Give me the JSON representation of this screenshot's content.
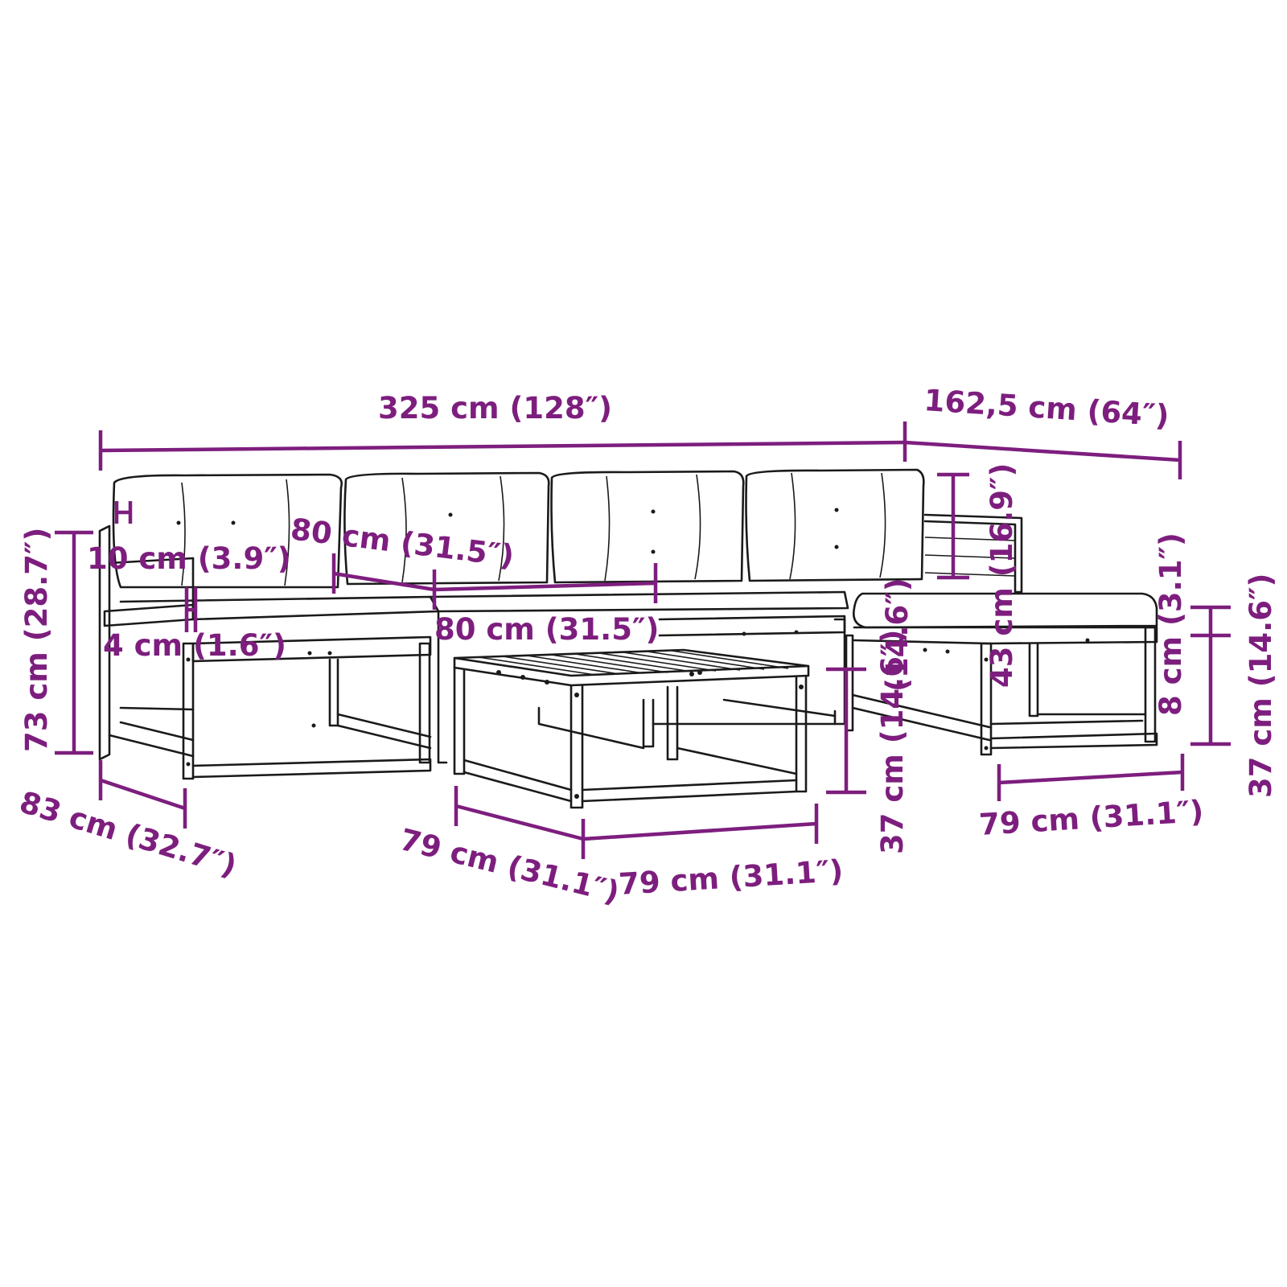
{
  "colors": {
    "dimension": "#7d1e7e",
    "outline": "#1a1a1a",
    "background": "#ffffff"
  },
  "dimensions": {
    "total_width": "325 cm (128″)",
    "total_depth": "162,5 cm (64″)",
    "backrest_height": "43 cm (16.9″)",
    "armrest_width": "10 cm (3.9″)",
    "seat_width_back": "80 cm (31.5″)",
    "seat_width_front": "80 cm (31.5″)",
    "armrest_gap": "4 cm (1.6″)",
    "total_height": "73 cm (28.7″)",
    "seat_depth": "83 cm (32.7″)",
    "table_depth": "79 cm (31.1″)",
    "table_width": "79 cm (31.1″)",
    "table_height": "37 cm (14.6″)",
    "footstool_width": "79 cm (31.1″)",
    "cushion_thickness": "8 cm (3.1″)",
    "footstool_seat_height": "37 cm (14.6″)",
    "footstool_height": "37 cm (14.6″)"
  }
}
